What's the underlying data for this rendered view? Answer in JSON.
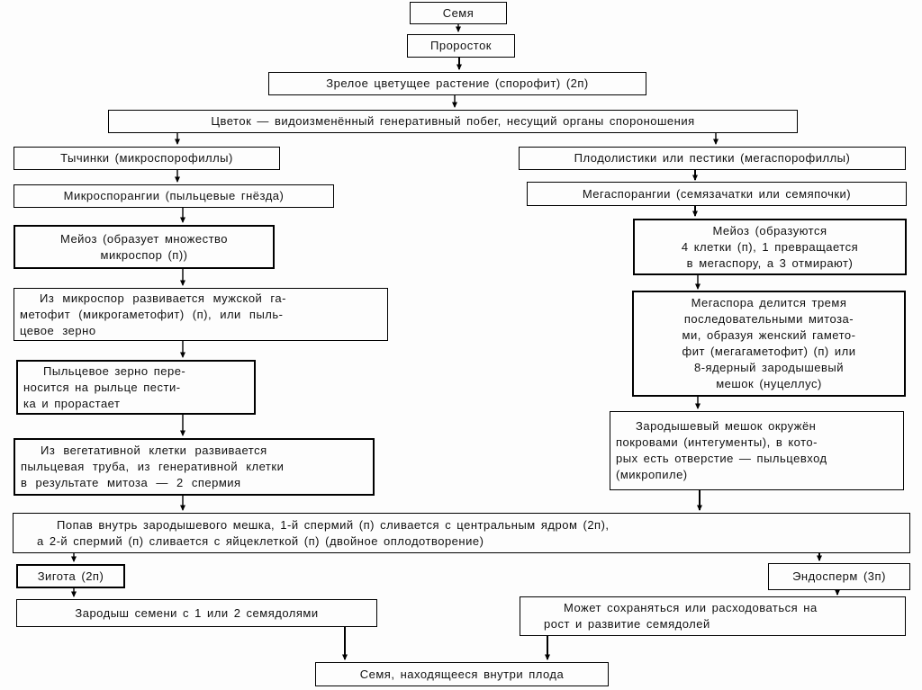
{
  "diagram_type": "flowchart",
  "language": "ru",
  "colors": {
    "background": "#fdfdfd",
    "box_border": "#000000",
    "text": "#111111",
    "arrow": "#000000"
  },
  "nodes": {
    "seed": {
      "label": "Семя"
    },
    "seedling": {
      "label": "Проросток"
    },
    "mature_plant": {
      "label": "Зрелое цветущее растение (спорофит) (2п)"
    },
    "flower": {
      "label": "Цветок — видоизменённый генеративный побег, несущий органы спороношения"
    },
    "stamens": {
      "label": "Тычинки (микроспорофиллы)"
    },
    "carpels": {
      "label": "Плодолистики или пестики (мегаспорофиллы)"
    },
    "microsporangia": {
      "label": "Микроспорангии (пыльцевые гнёзда)"
    },
    "megasporangia": {
      "label": "Мегаспорангии (семязачатки или семяпочки)"
    },
    "meiosis_left": {
      "label": "Мейоз (образует множество\nмикроспор (п))"
    },
    "meiosis_right": {
      "label": "Мейоз (образуются\n4 клетки (п), 1 превращается\nв мегаспору, а 3 отмирают)"
    },
    "male_gametophyte": {
      "label": "Из микроспор развивается мужской га-\nметофит (микрогаметофит) (п), или пыль-\nцевое зерно"
    },
    "megaspore_division": {
      "label": "Мегаспора делится тремя\nпоследовательными митоза-\nми, образуя женский гамето-\nфит (мегагаметофит) (п) или\n8-ядерный зародышевый\nмешок (нуцеллус)"
    },
    "pollen_transfer": {
      "label": "Пыльцевое зерно пере-\nносится на рыльце пести-\nка и прорастает"
    },
    "embryo_sac": {
      "label": "Зародышевый мешок окружён\nпокровами (интегументы), в кото-\nрых есть отверстие — пыльцевход\n(микропиле)"
    },
    "pollen_tube": {
      "label": "Из вегетативной клетки развивается\nпыльцевая труба, из генеративной клетки\nв результате митоза — 2 спермия"
    },
    "fertilization": {
      "label": "Попав внутрь зародышевого мешка, 1-й спермий (п) сливается с центральным ядром (2п),\nа 2-й спермий (п) сливается с яйцеклеткой (п) (двойное оплодотворение)"
    },
    "zygote": {
      "label": "Зигота (2п)"
    },
    "endosperm": {
      "label": "Эндосперм (3п)"
    },
    "seed_embryo": {
      "label": "Зародыш семени с 1 или 2 семядолями"
    },
    "endosperm_fate": {
      "label": "Может сохраняться или расходоваться на\nрост и развитие семядолей"
    },
    "final_seed": {
      "label": "Семя, находящееся внутри плода"
    }
  },
  "edges": [
    {
      "from": "seed",
      "to": "seedling"
    },
    {
      "from": "seedling",
      "to": "mature_plant"
    },
    {
      "from": "mature_plant",
      "to": "flower"
    },
    {
      "from": "flower",
      "to": "stamens"
    },
    {
      "from": "flower",
      "to": "carpels"
    },
    {
      "from": "stamens",
      "to": "microsporangia"
    },
    {
      "from": "microsporangia",
      "to": "meiosis_left"
    },
    {
      "from": "meiosis_left",
      "to": "male_gametophyte"
    },
    {
      "from": "male_gametophyte",
      "to": "pollen_transfer"
    },
    {
      "from": "pollen_transfer",
      "to": "pollen_tube"
    },
    {
      "from": "pollen_tube",
      "to": "fertilization"
    },
    {
      "from": "carpels",
      "to": "megasporangia"
    },
    {
      "from": "megasporangia",
      "to": "meiosis_right"
    },
    {
      "from": "meiosis_right",
      "to": "megaspore_division"
    },
    {
      "from": "megaspore_division",
      "to": "embryo_sac"
    },
    {
      "from": "embryo_sac",
      "to": "fertilization"
    },
    {
      "from": "fertilization",
      "to": "zygote"
    },
    {
      "from": "fertilization",
      "to": "endosperm"
    },
    {
      "from": "zygote",
      "to": "seed_embryo"
    },
    {
      "from": "endosperm",
      "to": "endosperm_fate"
    },
    {
      "from": "seed_embryo",
      "to": "final_seed"
    },
    {
      "from": "endosperm_fate",
      "to": "final_seed"
    }
  ]
}
